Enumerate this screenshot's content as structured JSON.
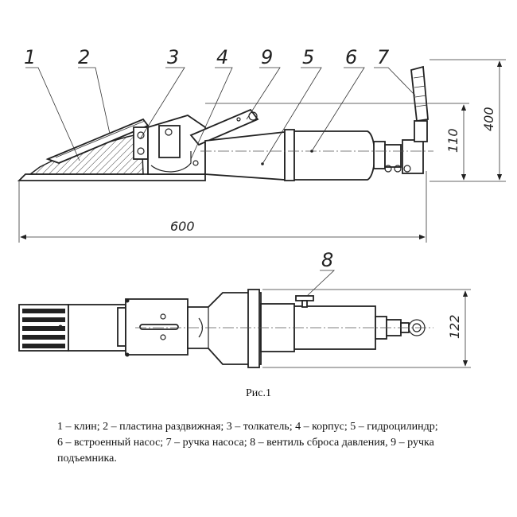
{
  "labels": {
    "l1": "1",
    "l2": "2",
    "l3": "3",
    "l4": "4",
    "l5": "5",
    "l6": "6",
    "l7": "7",
    "l8": "8",
    "l9": "9"
  },
  "dimensions": {
    "length": "600",
    "height_total": "400",
    "height_body": "110",
    "width": "122"
  },
  "caption": "Рис.1",
  "legend_lines": [
    "1 – клин; 2 – пластина раздвижная; 3 – толкатель; 4 – корпус; 5 – гидроцилиндр;",
    "6 – встроенный насос; 7 – ручка насоса; 8 – вентиль сброса давления, 9 – ручка",
    "подъемника."
  ]
}
